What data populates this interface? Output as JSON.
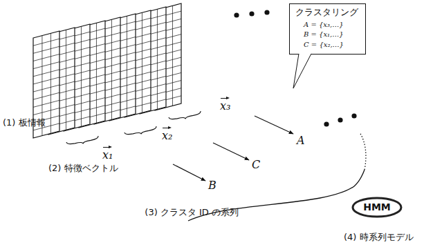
{
  "diagram": {
    "nodes": [
      {
        "text": [
          "クラスタリング",
          "A = {x₃,…}",
          "B = {x₁,…}",
          "C = {x₂,…}"
        ]
      },
      {
        "text": [
          "HMM"
        ]
      }
    ],
    "labels": [
      "(1) 板情報",
      "x₁",
      "x₂",
      "x₃",
      "A",
      "C",
      "B",
      "(2) 特徴ベクトル",
      "(3) クラスタ ID の系列",
      "(4) 時系列モデル"
    ]
  }
}
